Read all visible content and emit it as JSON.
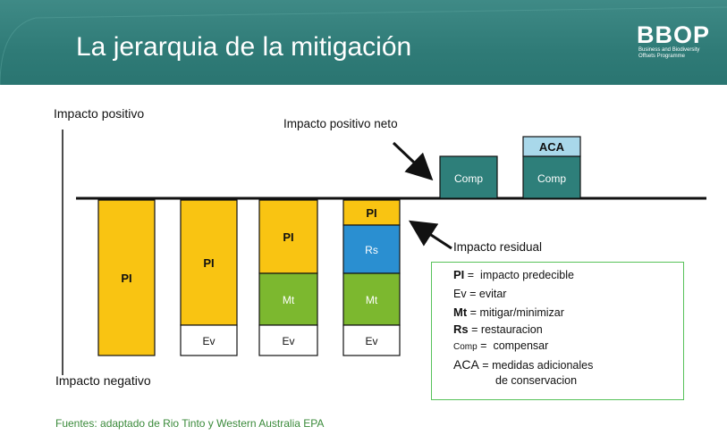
{
  "title": "La jerarquia de la mitigación",
  "logo": {
    "text": "BBOP",
    "subtitle": "Business and Biodiversity Offsets Programme"
  },
  "labels": {
    "positive": "Impacto positivo",
    "negative": "Impacto negativo",
    "net_positive": "Impacto positivo neto",
    "residual": "Impacto residual"
  },
  "bars": [
    {
      "segments": [
        {
          "code": "PI",
          "color": "#f9c412"
        }
      ]
    },
    {
      "segments": [
        {
          "code": "PI",
          "color": "#f9c412"
        },
        {
          "code": "Ev",
          "color": "#ffffff"
        }
      ]
    },
    {
      "segments": [
        {
          "code": "PI",
          "color": "#f9c412"
        },
        {
          "code": "Mt",
          "color": "#7cb82f"
        },
        {
          "code": "Ev",
          "color": "#ffffff"
        }
      ]
    },
    {
      "segments": [
        {
          "code": "PI",
          "color": "#f9c412"
        },
        {
          "code": "Rs",
          "color": "#2a8fd1"
        },
        {
          "code": "Mt",
          "color": "#7cb82f"
        },
        {
          "code": "Ev",
          "color": "#ffffff"
        }
      ]
    }
  ],
  "positive_bars": [
    {
      "comp": "Comp",
      "aca": ""
    },
    {
      "comp": "Comp",
      "aca": "ACA"
    }
  ],
  "legend": [
    {
      "code": "PI",
      "sep": "=",
      "text": "impacto predecible"
    },
    {
      "code": "Ev",
      "sep": "=",
      "text": "evitar"
    },
    {
      "code": "Mt",
      "sep": "=",
      "text": "mitigar/minimizar"
    },
    {
      "code": "Rs",
      "sep": "=",
      "text": "restauracion"
    },
    {
      "code": "Comp",
      "sep": "=",
      "text": "compensar"
    },
    {
      "code": "ACA",
      "sep": "=",
      "text": "medidas adicionales"
    },
    {
      "code": "",
      "sep": "",
      "text": "de conservacion"
    }
  ],
  "source": "Fuentes: adaptado de Rio Tinto y Western Australia EPA",
  "colors": {
    "header": "#2f7b77",
    "comp": "#2e7f7a",
    "aca": "#a9d8ea",
    "legend_border": "#57c25a"
  }
}
